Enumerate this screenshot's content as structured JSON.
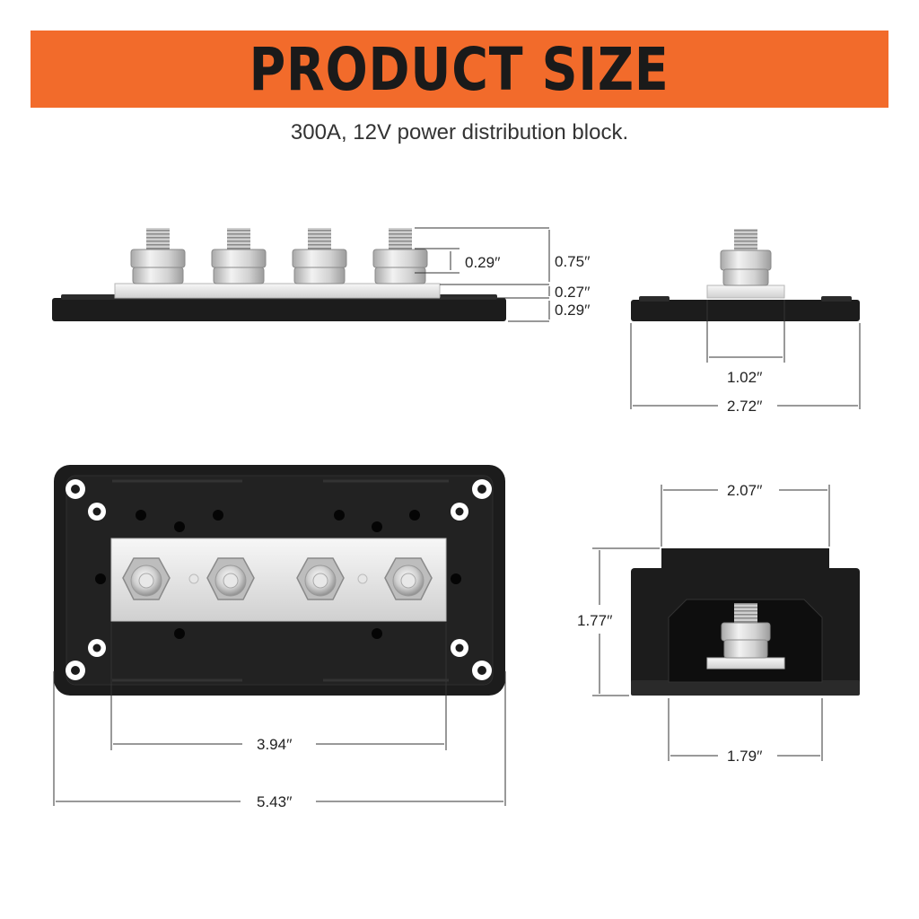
{
  "header": {
    "title": "PRODUCT SIZE",
    "subtitle": "300A, 12V power distribution block."
  },
  "dimensions": {
    "stud_thread_height": "0.29′′",
    "overall_height": "0.75′′",
    "bar_thickness": "0.27′′",
    "base_thickness": "0.29′′",
    "bar_width": "1.02′′",
    "base_width": "2.72′′",
    "bar_length": "3.94′′",
    "base_length": "5.43′′",
    "cover_width": "2.07′′",
    "cover_height": "1.77′′",
    "cover_opening_width": "1.79′′"
  },
  "colors": {
    "banner": "#f26b2b",
    "base": "#1c1c1c",
    "metal": "#d9d9d9"
  }
}
